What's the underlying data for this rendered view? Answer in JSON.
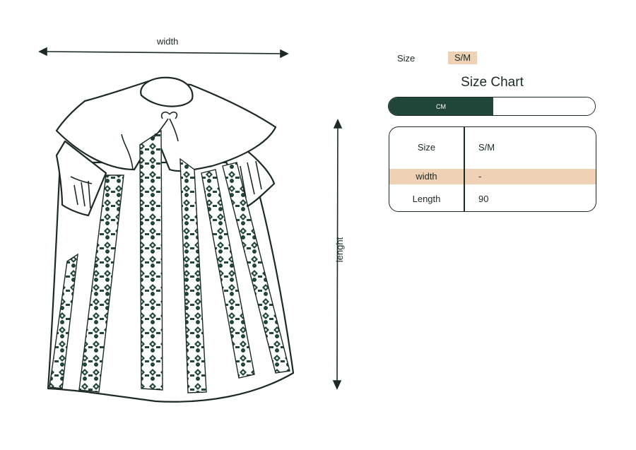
{
  "labels": {
    "width": "width",
    "length": "lenght"
  },
  "size_selector": {
    "label": "Size",
    "selected": "S/M"
  },
  "chart": {
    "title": "Size Chart",
    "unit_active": "CM",
    "unit_other": ""
  },
  "table": {
    "rows": [
      {
        "label": "Size",
        "value": "S/M"
      },
      {
        "label": "width",
        "value": "-"
      },
      {
        "label": "Length",
        "value": "90"
      }
    ]
  },
  "colors": {
    "accent_dark": "#1f4638",
    "highlight": "#efd2b6",
    "line": "#1d2a24"
  },
  "icons": {
    "garment": "garment-illustration",
    "width_arrow": "horizontal-double-arrow",
    "length_arrow": "vertical-double-arrow"
  }
}
